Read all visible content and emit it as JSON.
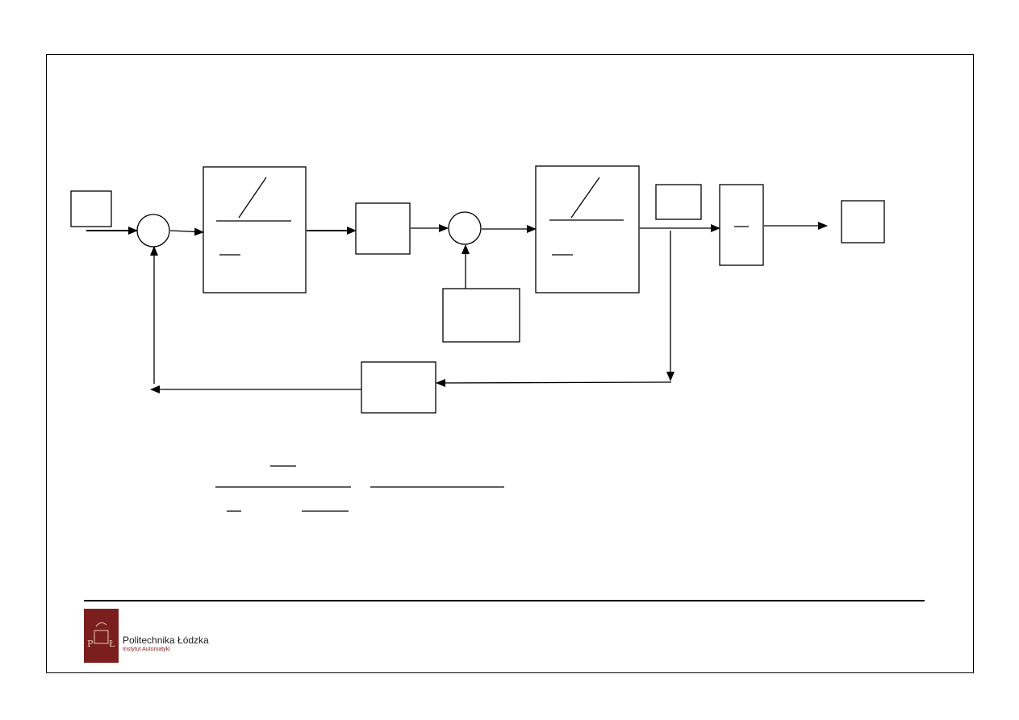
{
  "footer": {
    "institution": "Politechnika Łódzka",
    "department": "Instytut Automatyki"
  },
  "colors": {
    "logo_background": "#7a1f1d",
    "logo_subtitle": "#8b1a1a",
    "stroke": "#000000"
  },
  "diagram": {
    "type": "block-diagram",
    "style": "control-loop with two summing junctions, three transfer blocks, disturbance input and feedback path"
  }
}
